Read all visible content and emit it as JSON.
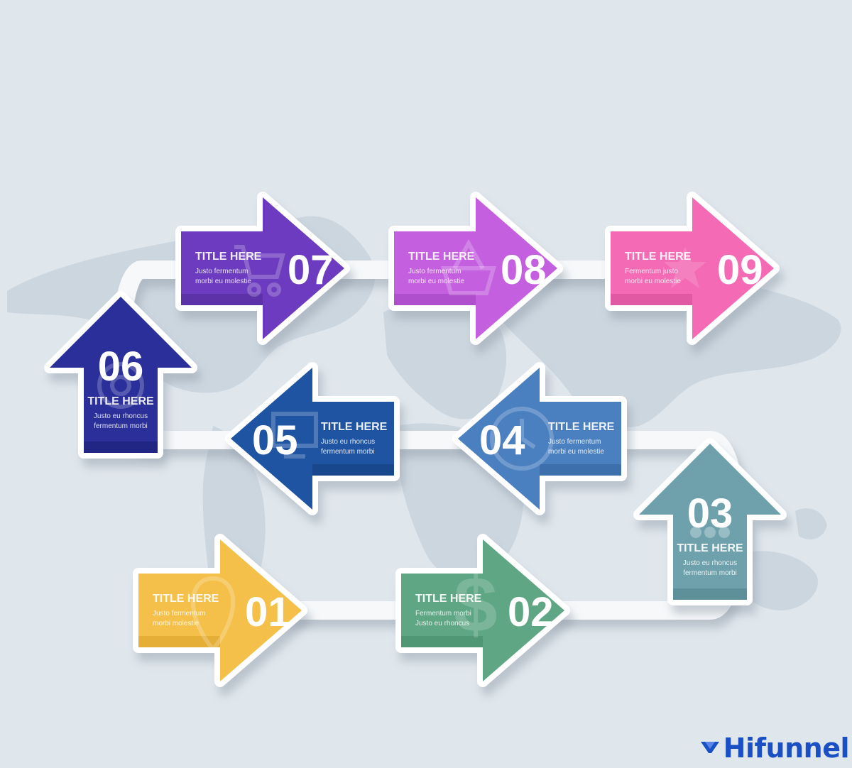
{
  "colors": {
    "background": "#dfe6ec",
    "map": "#cfd8e0",
    "track": "#f4f7f9",
    "brand": "#1b4fc4"
  },
  "steps": [
    {
      "number": "01",
      "title": "TITLE HERE",
      "line1": "Justo  fermentum",
      "line2": "morbi  molestie",
      "color": "#f4c04a",
      "shade": "#d9a22c",
      "direction": "right",
      "icon": "location-pin-icon"
    },
    {
      "number": "02",
      "title": "TITLE HERE",
      "line1": "Fermentum morbi",
      "line2": "Justo eu rhoncus",
      "color": "#5fa784",
      "shade": "#468c6a",
      "direction": "right",
      "icon": "dollar-icon"
    },
    {
      "number": "03",
      "title": "TITLE HERE",
      "line1": "Justo eu rhoncus",
      "line2": "fermentum morbi",
      "color": "#6ea1ab",
      "shade": "#53858f",
      "direction": "up",
      "icon": "chat-bubble-icon"
    },
    {
      "number": "04",
      "title": "TITLE HERE",
      "line1": "Justo  fermentum",
      "line2": "morbi eu molestie",
      "color": "#4a7fc0",
      "shade": "#3664a0",
      "direction": "left",
      "icon": "clock-icon"
    },
    {
      "number": "05",
      "title": "TITLE HERE",
      "line1": "Justo eu rhoncus",
      "line2": "fermentum morbi",
      "color": "#1f54a3",
      "shade": "#163f80",
      "direction": "left",
      "icon": "computer-icon"
    },
    {
      "number": "06",
      "title": "TITLE HERE",
      "line1": "Justo eu rhoncus",
      "line2": "fermentum morbi",
      "color": "#2a2f9a",
      "shade": "#1d2278",
      "direction": "up",
      "icon": "gear-icon"
    },
    {
      "number": "07",
      "title": "TITLE HERE",
      "line1": "Justo  fermentum",
      "line2": "morbi eu molestie",
      "color": "#6c3bbf",
      "shade": "#542c9a",
      "direction": "right",
      "icon": "shopping-cart-icon"
    },
    {
      "number": "08",
      "title": "TITLE HERE",
      "line1": "Justo  fermentum",
      "line2": "morbi eu molestie",
      "color": "#c45fe0",
      "shade": "#a345c0",
      "direction": "right",
      "icon": "basket-icon"
    },
    {
      "number": "09",
      "title": "TITLE HERE",
      "line1": "Fermentum justo",
      "line2": "morbi eu molestie",
      "color": "#f46ab5",
      "shade": "#d54f98",
      "direction": "right",
      "icon": "star-icon"
    }
  ],
  "brand": {
    "name": "Hifunnel",
    "icon": "funnel-icon"
  }
}
